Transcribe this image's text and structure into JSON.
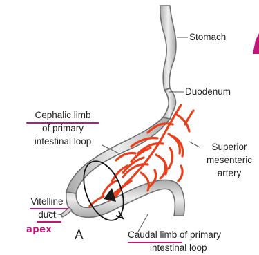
{
  "labels": {
    "stomach": "Stomach",
    "duodenum": "Duodenum",
    "cephalic_line1": "Cephalic limb",
    "cephalic_line2": "of primary",
    "cephalic_line3": "intestinal loop",
    "sma_line1": "Superior",
    "sma_line2": "mesenteric",
    "sma_line3": "artery",
    "vitelline_line1": "Vitelline",
    "vitelline_line2": "duct",
    "caudal_line1_a": "Caudal limb",
    "caudal_line1_b": " of primary",
    "caudal_line2": "intestinal loop",
    "figure_letter": "A",
    "handwritten_note": "apex"
  },
  "colors": {
    "annotation": "#c0167a",
    "artery": "#e8401c",
    "gut_outline": "#6f6f6f",
    "gut_fill": "#d4d4d4"
  }
}
